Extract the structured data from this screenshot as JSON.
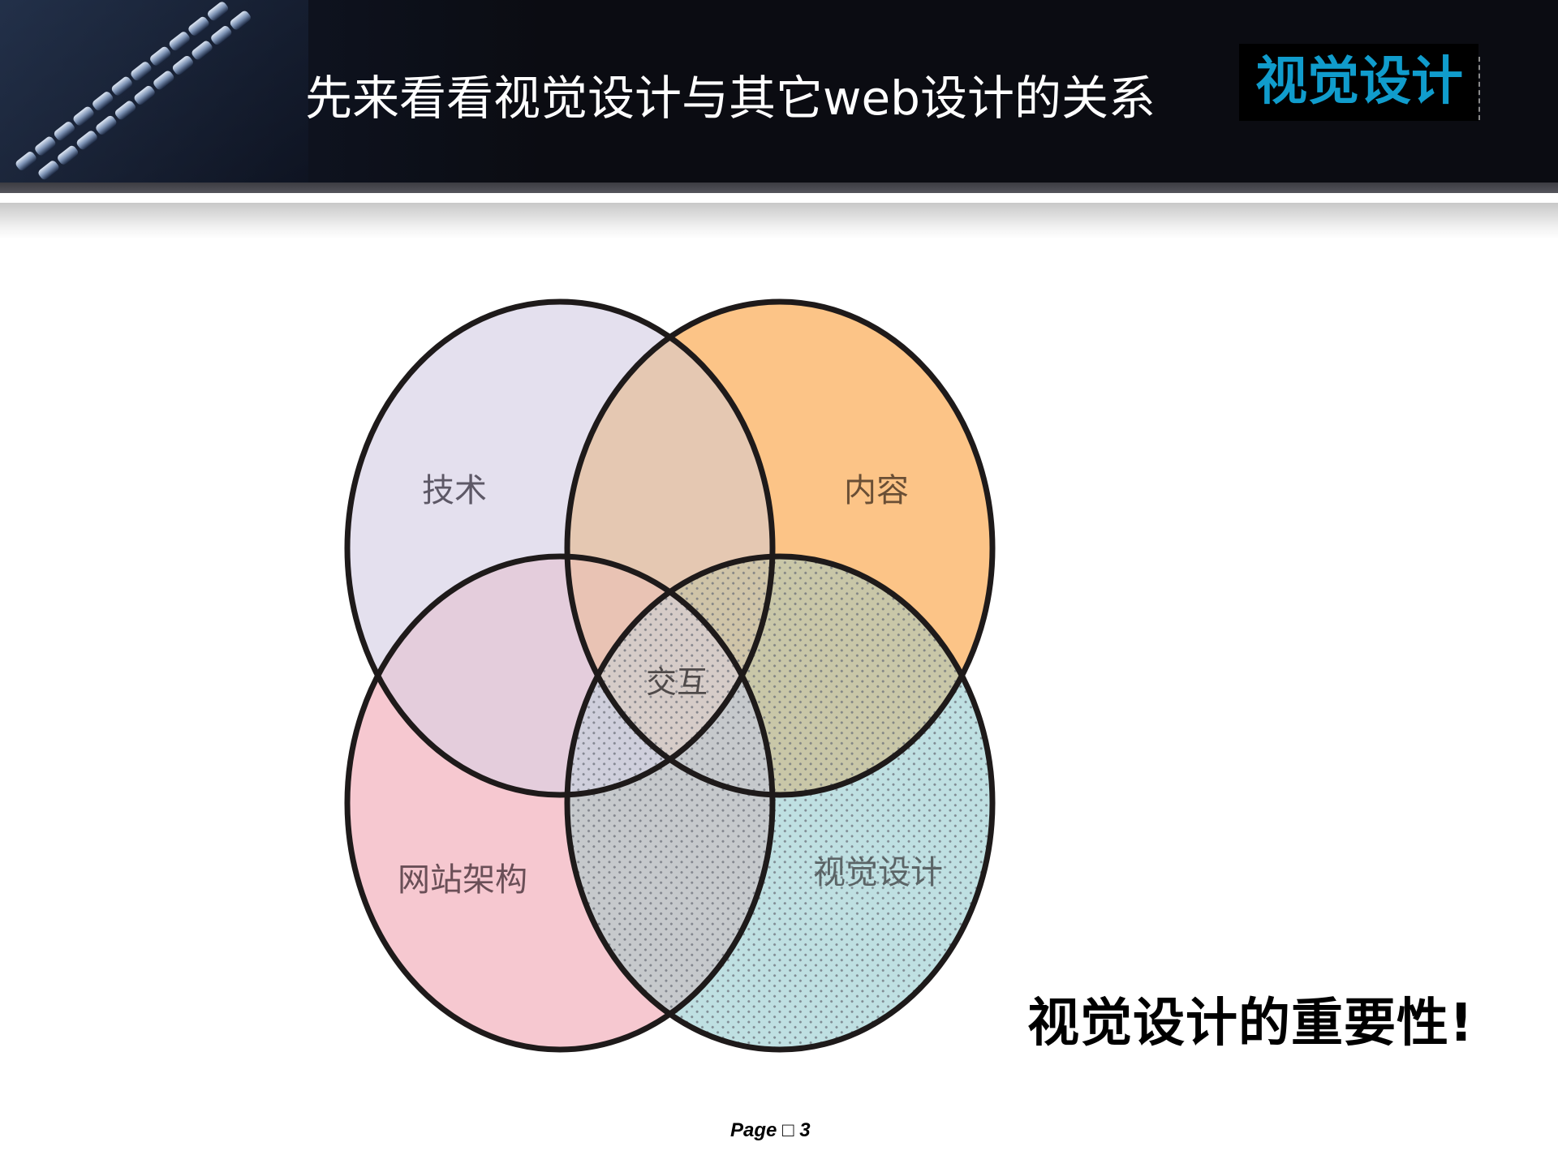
{
  "header": {
    "title": "先来看看视觉设计与其它web设计的关系",
    "tag": "视觉设计",
    "tag_color": "#109ccc"
  },
  "diagram": {
    "type": "venn",
    "sets": [
      {
        "label": "技术",
        "color": "#e4e0ee",
        "position": "top-left"
      },
      {
        "label": "内容",
        "color": "#fcc487",
        "position": "top-right"
      },
      {
        "label": "网站架构",
        "color": "#f6c8d0",
        "position": "bottom-left"
      },
      {
        "label": "视觉设计",
        "color": "#bfe0e2",
        "position": "bottom-right",
        "pattern": "dotted"
      }
    ],
    "center_label": "交互"
  },
  "emphasis": "视觉设计的重要性!",
  "footer": {
    "page_label": "Page □ 3"
  }
}
